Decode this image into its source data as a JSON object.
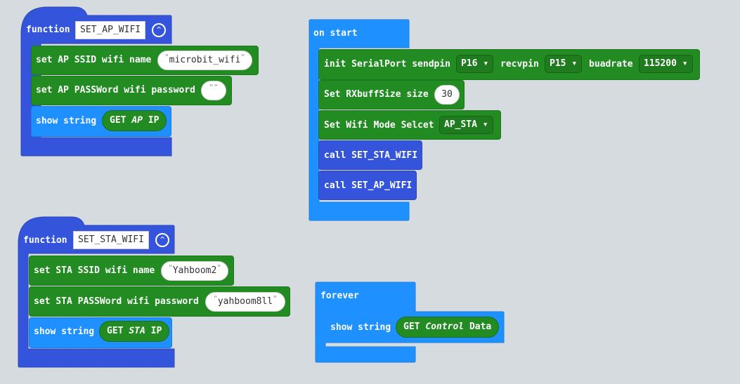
{
  "colors": {
    "canvas": "#ecf0f1",
    "function_block": "#3455db",
    "event_block": "#1e90ff",
    "serial_block": "#228b22",
    "dropdown": "#1e7b1e"
  },
  "function_ap": {
    "keyword": "function",
    "name": "SET_AP_WIFI",
    "collapse_icon": "chevron-up-icon",
    "ssid_label": "set AP SSID wifi name",
    "ssid_value": "microbit_wifi",
    "password_label": "set AP PASSWord wifi password",
    "password_value": "",
    "show_label": "show string",
    "get_prefix": "GET",
    "get_kind": "AP",
    "get_suffix": "IP"
  },
  "function_sta": {
    "keyword": "function",
    "name": "SET_STA_WIFI",
    "collapse_icon": "chevron-up-icon",
    "ssid_label": "set STA SSID wifi name",
    "ssid_value": "Yahboom2",
    "password_label": "set STA PASSWord wifi password",
    "password_value": "yahboom8ll",
    "show_label": "show string",
    "get_prefix": "GET",
    "get_kind": "STA",
    "get_suffix": "IP"
  },
  "on_start": {
    "title": "on start",
    "init_label": "init SerialPort sendpin",
    "sendpin": "P16",
    "recvpin_label": "recvpin",
    "recvpin": "P15",
    "baud_label": "buadrate",
    "baud": "115200",
    "rxbuff_label": "Set RXbuffSize size",
    "rxbuff_value": "30",
    "wifimode_label": "Set Wifi Mode Selcet",
    "wifimode_value": "AP_STA",
    "call_sta": "call SET_STA_WIFI",
    "call_ap": "call SET_AP_WIFI"
  },
  "forever": {
    "title": "forever",
    "show_label": "show string",
    "get_prefix": "GET",
    "get_kind": "Control",
    "get_suffix": "Data"
  }
}
